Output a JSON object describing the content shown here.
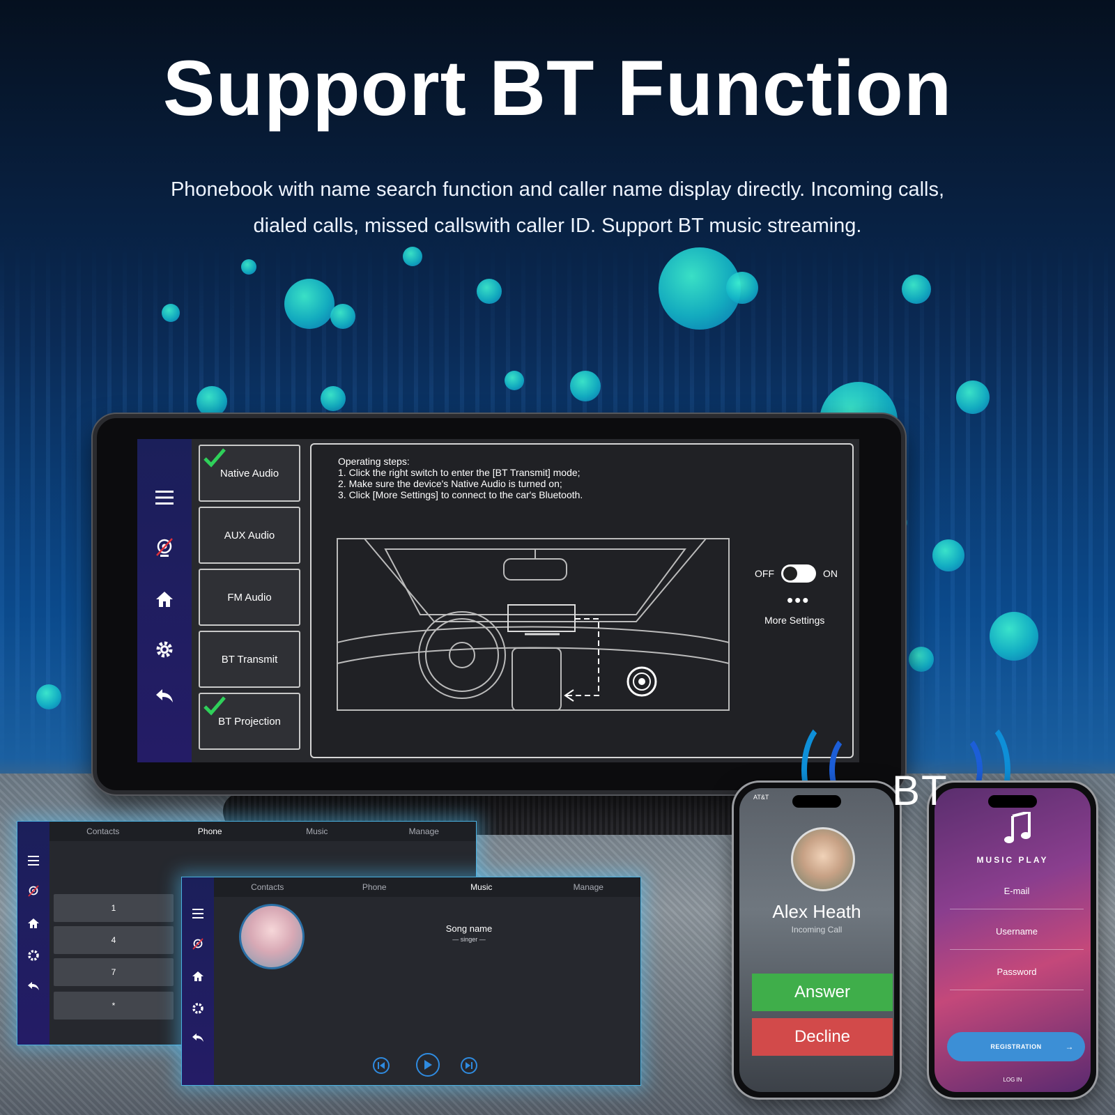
{
  "headline": "Support BT Function",
  "subtitle_line1": "Phonebook with name search function and caller name display directly. Incoming calls,",
  "subtitle_line2": "dialed calls, missed callswith caller ID. Support BT music streaming.",
  "main_screen": {
    "audio_options": [
      {
        "label": "Native Audio",
        "checked": true
      },
      {
        "label": "AUX Audio",
        "checked": false
      },
      {
        "label": "FM Audio",
        "checked": false
      },
      {
        "label": "BT Transmit",
        "checked": false
      },
      {
        "label": "BT Projection",
        "checked": true
      }
    ],
    "steps_title": "Operating steps:",
    "steps": [
      "1. Click the right switch to enter the [BT Transmit] mode;",
      "2. Make sure the device's Native Audio is turned on;",
      "3. Click [More Settings] to connect to the car's Bluetooth."
    ],
    "toggle_off": "OFF",
    "toggle_on": "ON",
    "more_settings": "More Settings",
    "rail_icons": [
      "menu-icon",
      "camera-off-icon",
      "home-icon",
      "gear-icon",
      "back-icon"
    ]
  },
  "phone_window": {
    "tabs": [
      "Contacts",
      "Phone",
      "Music",
      "Manage"
    ],
    "active_tab": "Phone",
    "keys": [
      "1",
      "4",
      "7",
      "*"
    ]
  },
  "music_window": {
    "tabs": [
      "Contacts",
      "Phone",
      "Music",
      "Manage"
    ],
    "active_tab": "Music",
    "song_name": "Song name",
    "singer": "— singer —"
  },
  "phone_call": {
    "carrier": "AT&T",
    "caller_name": "Alex Heath",
    "status": "Incoming Call",
    "answer": "Answer",
    "decline": "Decline"
  },
  "bt_label": "BT",
  "music_app": {
    "title": "MUSIC PLAY",
    "email": "E-mail",
    "username": "Username",
    "password": "Password",
    "register": "REGISTRATION",
    "login": "LOG IN"
  },
  "colors": {
    "accent_blue": "#2f8be0",
    "answer_green": "#3fae4a",
    "decline_red": "#d24a4a",
    "rail_purple": "#211d62"
  }
}
